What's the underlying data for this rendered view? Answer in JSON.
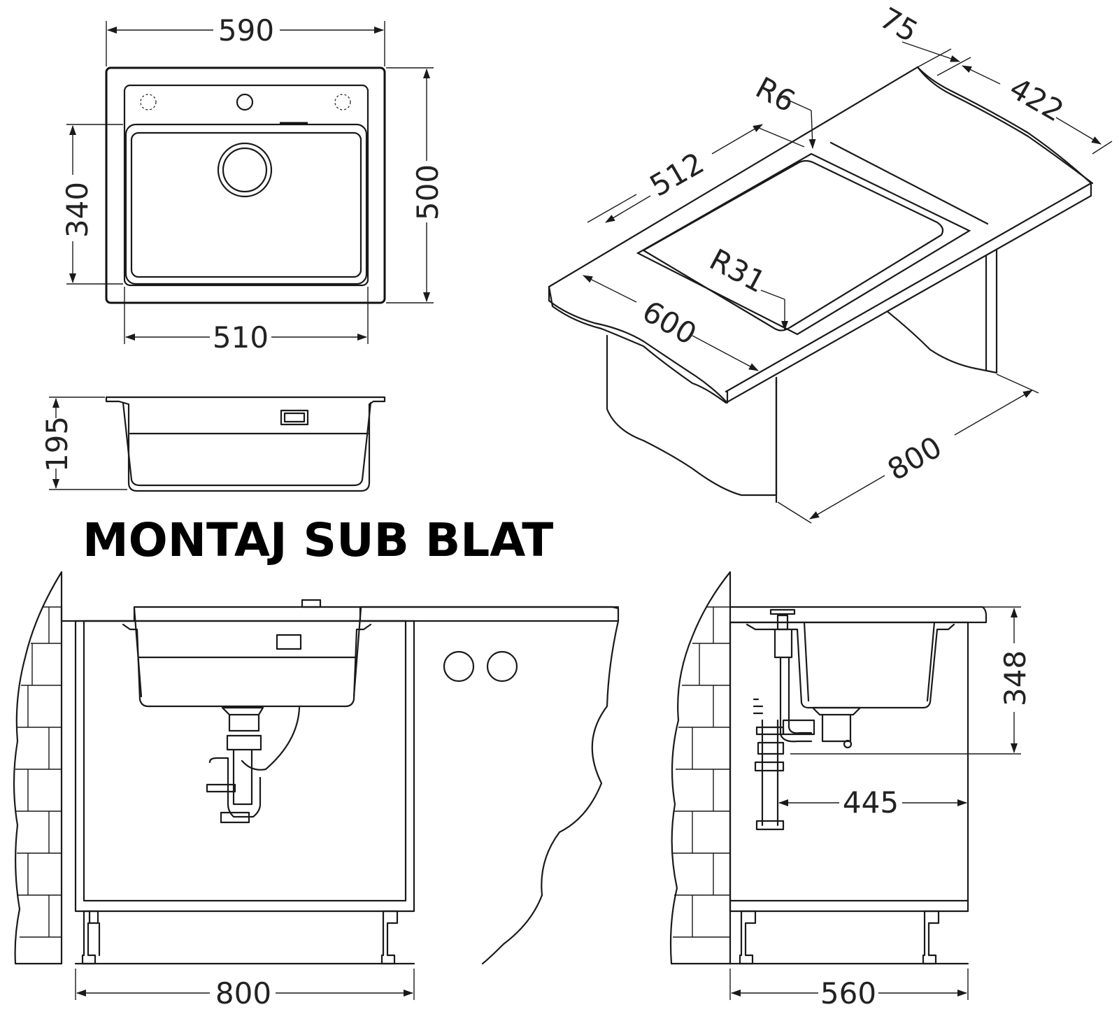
{
  "title": "MONTAJ SUB BLAT",
  "top_view": {
    "width_label": "590",
    "inner_width_label": "510",
    "depth_label": "500",
    "bowl_depth_label": "340"
  },
  "section_view": {
    "height_label": "195"
  },
  "iso_view": {
    "overhang_label": "75",
    "right_label": "422",
    "corner_radius_label": "R6",
    "bowl_length_label": "512",
    "bowl_radius_label": "R31",
    "depth_label": "600",
    "cabinet_width_label": "800"
  },
  "front_install": {
    "cabinet_width_label": "800"
  },
  "side_install": {
    "height_label": "348",
    "drain_offset_label": "445",
    "cabinet_depth_label": "560"
  }
}
